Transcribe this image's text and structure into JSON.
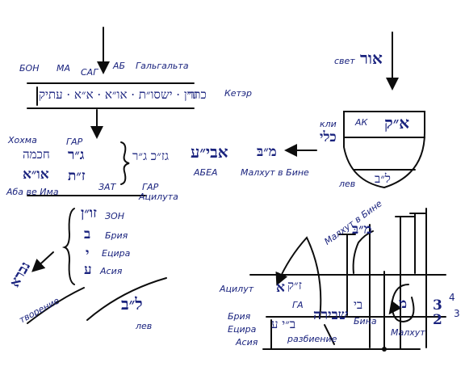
{
  "left": {
    "partzufim": [
      "БОН",
      "МА",
      "САГ",
      "АБ",
      "Гальгальта"
    ],
    "names_heb": "זו״ן ·  ישסו״ת · או״א · א״א · עתיק",
    "keter_heb": "כתר",
    "keter": "Кетэр",
    "hochma": "Хохма",
    "gar_top": "ГАР",
    "hochma_heb": "חכמה",
    "gar_heb": "ג״ר",
    "zat_heb": "ז״ת",
    "aba_heb": "או״א",
    "aba": "Аба ве Има",
    "zat": "ЗАТ",
    "gar_right": "ГАР",
    "atzilut": "Ацилута",
    "brace_heb": "גז״כ ג״ר",
    "abea_heb": "אבי״ע",
    "abea": "АБЕА",
    "mb_heb": "מ״בּ",
    "malchut_bina": "Малхут в Бине",
    "zon_heb": "זו״ן",
    "zon": "ЗОН",
    "bria_heb": "ב",
    "bria": "Брия",
    "yetzira_heb": "י",
    "yetzira": "Ецира",
    "asia_heb": "ע",
    "asia": "Асия",
    "nivra_heb": "נברא",
    "creation": "творение",
    "lev_heb": "ל״ב",
    "lev": "лев"
  },
  "right": {
    "svet": "свет",
    "or_heb": "אור",
    "kli": "кли",
    "kli_heb": "כלי",
    "ak": "АК",
    "ak_heb": "א״ק",
    "lev_heb": "ל״ב",
    "lev": "лев",
    "malchut_bina": "Малхут в Бине",
    "mb_heb": "מ״בּ",
    "atzilut": "Ацилут",
    "k_heb": "א",
    "zk_heb": "ז״ק",
    "ga": "ГА",
    "bria": "Брия",
    "yetzira": "Ецира",
    "asia": "Асия",
    "bya_heb": "ב״י ע",
    "razbienie": "разбиение",
    "shvira_heb": "שבירה",
    "bina": "Бина",
    "bina_heb": "בי",
    "malchut": "Малхут",
    "m_heb": "מ",
    "frac_num": "3",
    "frac_den": "2",
    "n4": "4",
    "n3": "3"
  }
}
